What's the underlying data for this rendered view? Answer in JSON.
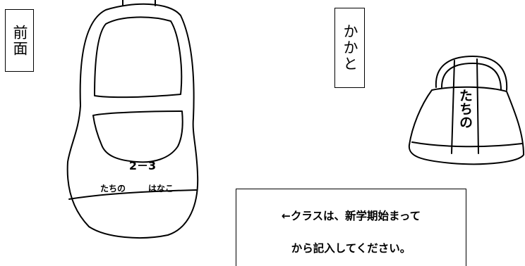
{
  "labels": {
    "front": "前面",
    "heel": "かかと"
  },
  "shoe_front": {
    "class_number": "2－3",
    "name_first": "たちの",
    "name_second": "はなこ"
  },
  "shoe_heel": {
    "name": "たちの"
  },
  "note": {
    "line1": "←クラスは、新学期始まって",
    "line2": "から記入してください。"
  }
}
